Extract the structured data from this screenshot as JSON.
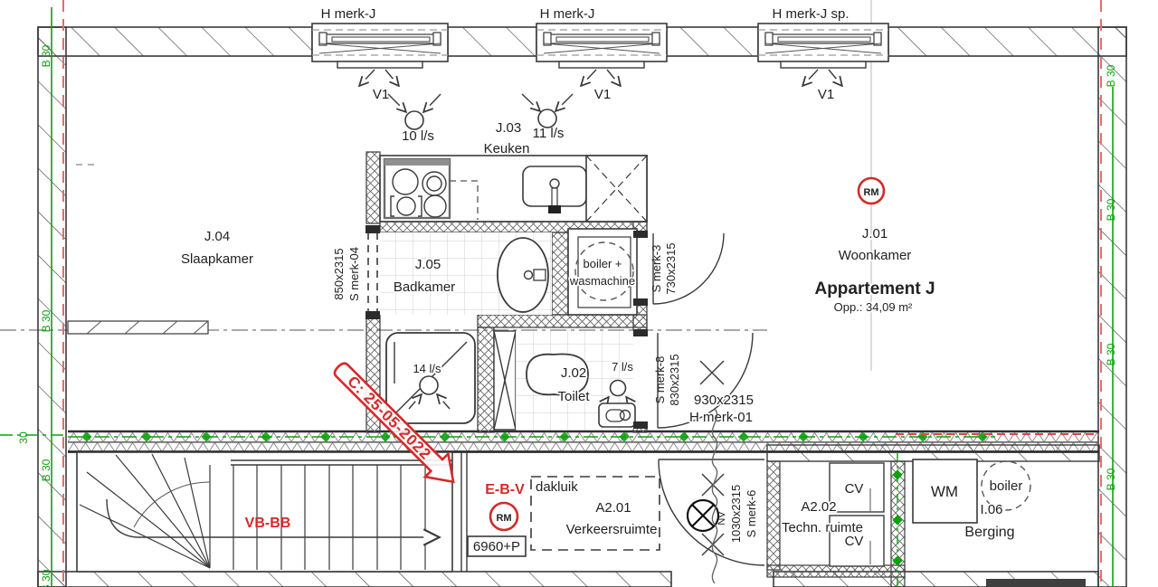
{
  "drawing": {
    "type": "floor-plan",
    "apartment": {
      "title": "Appartement J",
      "area": "Opp.: 34,09 m²"
    }
  },
  "windows": {
    "w1": "H merk-J",
    "w2": "H merk-J",
    "w3": "H merk-J sp.",
    "vent_mark": "V1"
  },
  "airflows": {
    "kitchen1": "10 l/s",
    "kitchen2": "11 l/s",
    "shower": "14 l/s",
    "toilet": "7 l/s"
  },
  "rooms": {
    "woonkamer": {
      "code": "J.01",
      "name": "Woonkamer"
    },
    "toilet": {
      "code": "J.02",
      "name": "Toilet"
    },
    "keuken": {
      "code": "J.03",
      "name": "Keuken"
    },
    "slaapkamer": {
      "code": "J.04",
      "name": "Slaapkamer"
    },
    "badkamer": {
      "code": "J.05",
      "name": "Badkamer"
    },
    "verkeersruimte": {
      "code": "A2.01",
      "name": "Verkeersruimte"
    },
    "techruimte": {
      "code": "A2.02",
      "name": "Techn. ruimte"
    },
    "berging": {
      "code": "I.06",
      "name": "Berging"
    }
  },
  "doors": {
    "d04": {
      "size": "850x2315",
      "mark": "S merk-04"
    },
    "d3": {
      "mark": "S merk-3",
      "size": "730x2315"
    },
    "d8": {
      "mark": "S merk-8",
      "size": "830x2315"
    },
    "h01": {
      "size": "930x2315",
      "mark": "H merk-01"
    },
    "d6": {
      "size": "1030x2315",
      "mark": "S merk-6"
    }
  },
  "equipment": {
    "boiler_wasmachine_line1": "boiler +",
    "boiler_wasmachine_line2": "wasmachine",
    "cv_top": "CV",
    "cv_bottom": "CV",
    "wm": "WM",
    "boiler": "boiler"
  },
  "annotations": {
    "rm_living": "RM",
    "rm_hall": "RM",
    "ebv": "E-B-V",
    "level": "6960+P",
    "dakluik": "dakluik",
    "nv": "NV",
    "vbbb": "VB-BB",
    "stamp": "C: 25-05-2022",
    "b30": "B 30",
    "b30_short": "30"
  },
  "colors": {
    "fire_line_green": "#0da10d",
    "revision_red": "#d42a2a",
    "line_dark": "#3a3a3a"
  }
}
